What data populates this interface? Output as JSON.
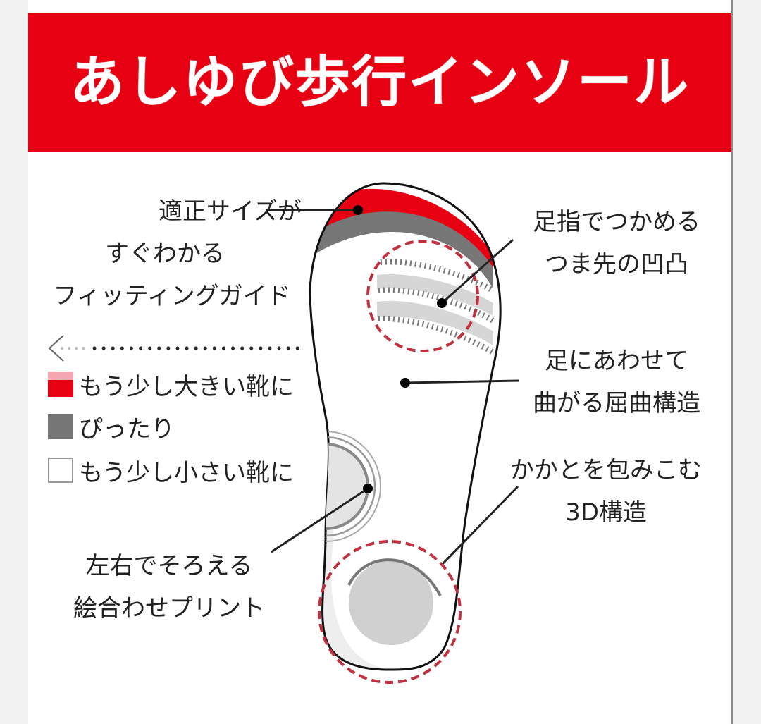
{
  "title": "あしゆび歩行インソール",
  "colors": {
    "background": "#f2f2f2",
    "card": "#ffffff",
    "banner": "#e60012",
    "banner_text": "#ffffff",
    "text": "#222222",
    "dashed_circle": "#c0303f",
    "fit_gray": "#777777",
    "print_gray": "#d6d6d6"
  },
  "callouts": {
    "fitting_guide": {
      "lines": [
        "適正サイズが",
        "すぐわかる",
        "フィッティングガイド"
      ]
    },
    "toe_grip": {
      "lines": [
        "足指でつかめる",
        "つま先の凹凸"
      ]
    },
    "flex_structure": {
      "lines": [
        "足にあわせて",
        "曲がる屈曲構造"
      ]
    },
    "heel_3d": {
      "lines": [
        "かかとを包みこむ",
        "3D構造"
      ]
    },
    "matching_print": {
      "lines": [
        "左右でそろえる",
        "絵合わせプリント"
      ]
    }
  },
  "legend": {
    "arrow_icon": "left-arrow-dotted",
    "items": [
      {
        "swatch": "red",
        "label": "もう少し大きい靴に"
      },
      {
        "swatch": "gray",
        "label": "ぴったり"
      },
      {
        "swatch": "white",
        "label": "もう少し小さい靴に"
      }
    ]
  }
}
